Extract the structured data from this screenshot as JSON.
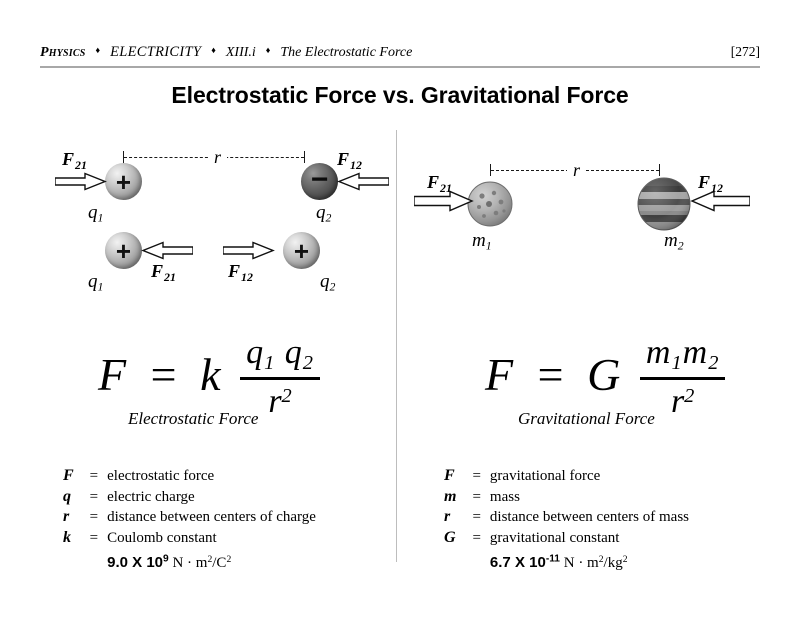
{
  "header": {
    "subject": "Physics",
    "sep": "♦",
    "unit": "ELECTRICITY",
    "section": "XIII.i",
    "topic": "The Electrostatic Force",
    "page": "[272]"
  },
  "slide": {
    "title": "Electrostatic Force vs. Gravitational Force"
  },
  "left": {
    "diagram": {
      "distance_label": "r",
      "charge1": {
        "sign": "+",
        "label": "q",
        "sub": "1"
      },
      "charge2": {
        "sign": "−",
        "label": "q",
        "sub": "2"
      },
      "force_on_1": {
        "symbol": "F",
        "sub": "21"
      },
      "force_on_2": {
        "symbol": "F",
        "sub": "12"
      },
      "row2_charge1": {
        "sign": "+",
        "label": "q",
        "sub": "1"
      },
      "row2_charge2": {
        "sign": "+",
        "label": "q",
        "sub": "2"
      },
      "row2_force_on_1": {
        "symbol": "F",
        "sub": "21"
      },
      "row2_force_on_2": {
        "symbol": "F",
        "sub": "12"
      }
    },
    "formula": {
      "lhs": "F",
      "equals": "=",
      "constant": "k",
      "numerator_a": "q",
      "numerator_a_sub": "1",
      "numerator_b": "q",
      "numerator_b_sub": "2",
      "denominator": "r",
      "denominator_exp": "2",
      "caption": "Electrostatic Force"
    },
    "legend": {
      "rows": [
        {
          "symbol": "F",
          "eq": "=",
          "definition": "electrostatic force"
        },
        {
          "symbol": "q",
          "eq": "=",
          "definition": "electric charge"
        },
        {
          "symbol": "r",
          "eq": "=",
          "definition": "distance between centers of charge"
        },
        {
          "symbol": "k",
          "eq": "=",
          "definition": "Coulomb constant"
        }
      ],
      "constant_value": "9.0 X 10",
      "constant_exp": "9",
      "constant_unit": "N · m",
      "constant_unit_exp1": "2",
      "constant_unit_mid": "/C",
      "constant_unit_exp2": "2"
    }
  },
  "right": {
    "diagram": {
      "distance_label": "r",
      "mass1": {
        "label": "m",
        "sub": "1",
        "kind": "cratered-moon"
      },
      "mass2": {
        "label": "m",
        "sub": "2",
        "kind": "banded-planet"
      },
      "force_on_1": {
        "symbol": "F",
        "sub": "21"
      },
      "force_on_2": {
        "symbol": "F",
        "sub": "12"
      }
    },
    "formula": {
      "lhs": "F",
      "equals": "=",
      "constant": "G",
      "numerator_a": "m",
      "numerator_a_sub": "1",
      "numerator_b": "m",
      "numerator_b_sub": "2",
      "denominator": "r",
      "denominator_exp": "2",
      "caption": "Gravitational Force"
    },
    "legend": {
      "rows": [
        {
          "symbol": "F",
          "eq": "=",
          "definition": "gravitational force"
        },
        {
          "symbol": "m",
          "eq": "=",
          "definition": "mass"
        },
        {
          "symbol": "r",
          "eq": "=",
          "definition": "distance between centers of mass"
        },
        {
          "symbol": "G",
          "eq": "=",
          "definition": "gravitational constant"
        }
      ],
      "constant_value": "6.7 X 10",
      "constant_exp": "-11",
      "constant_unit": "N · m",
      "constant_unit_exp1": "2",
      "constant_unit_mid": "/kg",
      "constant_unit_exp2": "2"
    }
  },
  "colors": {
    "rule": "#a8a8a8",
    "divider": "#bdbdbd",
    "ink": "#000000"
  }
}
